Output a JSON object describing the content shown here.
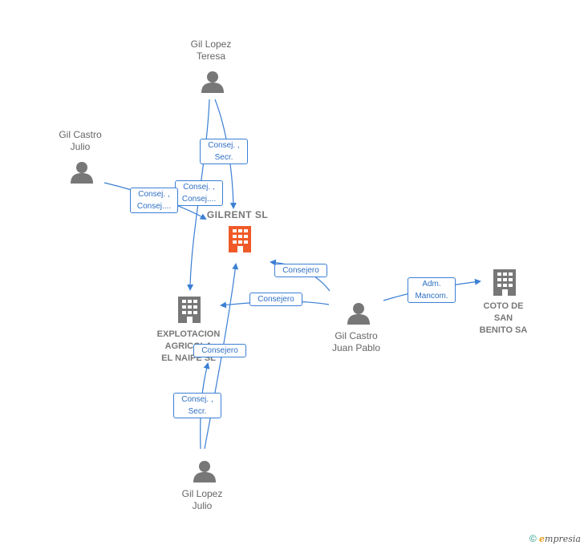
{
  "people": {
    "gil_lopez_teresa": {
      "name": "Gil Lopez\nTeresa"
    },
    "gil_castro_julio": {
      "name": "Gil Castro\nJulio"
    },
    "gil_castro_juan_pablo": {
      "name": "Gil Castro\nJuan Pablo"
    },
    "gil_lopez_julio": {
      "name": "Gil Lopez\nJulio"
    }
  },
  "companies": {
    "gilrent": {
      "name": "GILRENT  SL"
    },
    "explotacion": {
      "name": "EXPLOTACION\nAGRICOLA\nEL NAIPE  SL"
    },
    "coto": {
      "name": "COTO DE\nSAN\nBENITO SA"
    }
  },
  "edges": {
    "teresa_gilrent": "Consej. ,\nSecr.",
    "teresa_explotacion": "Consej. ,\nConsej....",
    "julio_castro_gilrent": "Consej. ,\nConsej....",
    "juanpablo_gilrent": "Consejero",
    "juanpablo_explotacion": "Consejero",
    "juanpablo_coto": "Adm.\nMancom.",
    "julio_lopez_gilrent": "Consejero",
    "julio_lopez_explotacion": "Consej. ,\nSecr."
  },
  "footer": {
    "copyright": "©",
    "brand_e": "e",
    "brand_rest": "mpresia"
  },
  "colors": {
    "edge": "#3b7fd4",
    "person": "#777777",
    "company": "#777777",
    "main_company": "#f05a28"
  }
}
